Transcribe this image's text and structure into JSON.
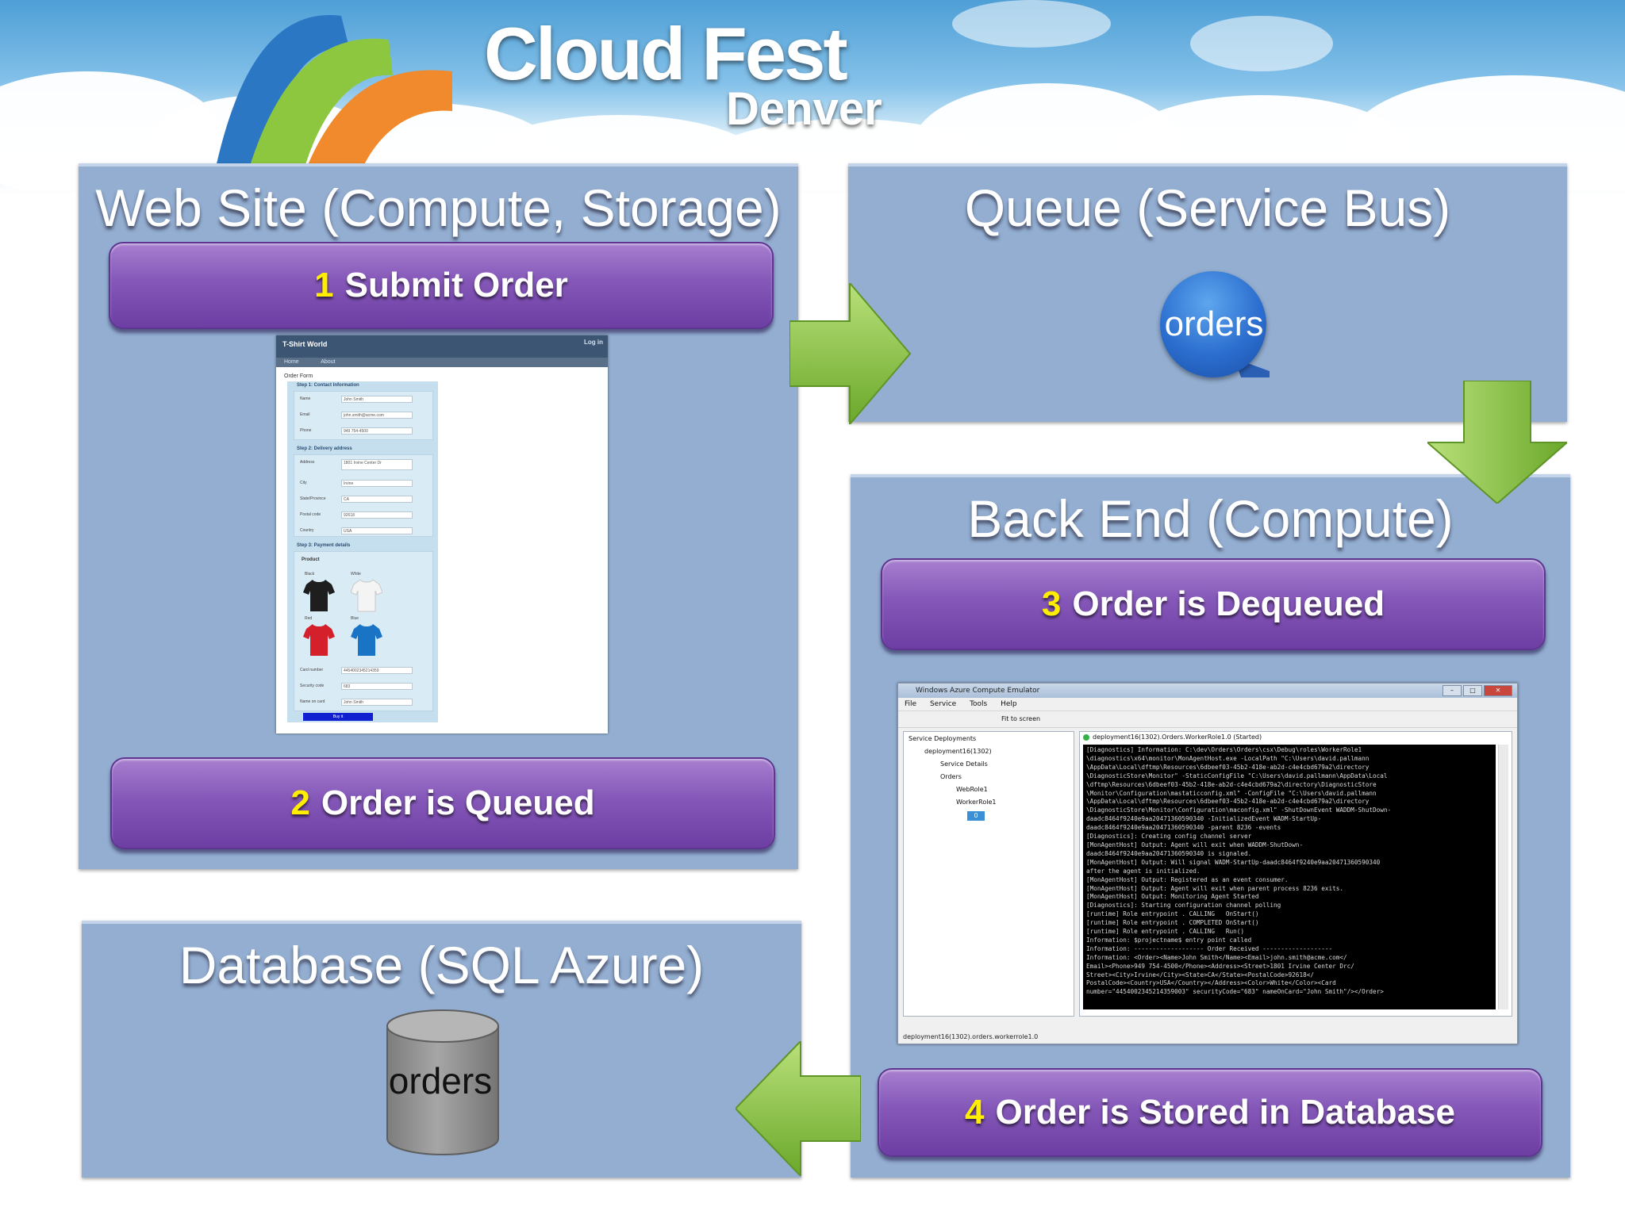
{
  "brand": {
    "title": "Cloud Fest",
    "subtitle": "Denver"
  },
  "panels": {
    "web": {
      "title": "Web Site (Compute, Storage)"
    },
    "queue": {
      "title": "Queue (Service Bus)",
      "icon_label": "orders"
    },
    "backend": {
      "title": "Back End (Compute)"
    },
    "database": {
      "title": "Database (SQL Azure)",
      "icon_label": "orders"
    }
  },
  "steps": [
    {
      "num": "1",
      "label": "Submit Order"
    },
    {
      "num": "2",
      "label": "Order is Queued"
    },
    {
      "num": "3",
      "label": "Order is Dequeued"
    },
    {
      "num": "4",
      "label": "Order is Stored in Database"
    }
  ],
  "webform": {
    "site_title": "T-Shirt World",
    "login": "Log in",
    "nav": [
      "Home",
      "About"
    ],
    "form_title": "Order Form",
    "sections": [
      "Step 1: Contact Information",
      "Step 2: Delivery address",
      "Step 3: Payment details"
    ],
    "contact_fields": [
      {
        "label": "Name",
        "value": "John Smith"
      },
      {
        "label": "Email",
        "value": "john.smith@acme.com"
      },
      {
        "label": "Phone",
        "value": "949 754-4500"
      }
    ],
    "address_fields": [
      {
        "label": "Address",
        "value": "1801 Irvine Center Dr"
      },
      {
        "label": "City",
        "value": "Irvine"
      },
      {
        "label": "State/Province",
        "value": "CA"
      },
      {
        "label": "Postal code",
        "value": "92618"
      },
      {
        "label": "Country",
        "value": "USA"
      }
    ],
    "product_label": "Product",
    "colors": [
      "Black",
      "White",
      "Red",
      "Blue"
    ],
    "payment_fields": [
      {
        "label": "Card number",
        "value": "4454002345214359"
      },
      {
        "label": "Security code",
        "value": "683"
      },
      {
        "label": "Name on card",
        "value": "John Smith"
      }
    ],
    "buy_label": "Buy it"
  },
  "emulator": {
    "window_title": "Windows Azure Compute Emulator",
    "menu": [
      "File",
      "Service",
      "Tools",
      "Help"
    ],
    "toolbar_fit": "Fit to screen",
    "tree": [
      "Service Deployments",
      "deployment16(1302)",
      "Service Details",
      "Orders",
      "WebRole1",
      "WorkerRole1",
      "0"
    ],
    "instance_header": "deployment16(1302).Orders.WorkerRole1.0 (Started)",
    "console_lines": [
      "[Diagnostics] Information: C:\\dev\\Orders\\Orders\\csx\\Debug\\roles\\WorkerRole1",
      "\\diagnostics\\x64\\monitor\\MonAgentHost.exe -LocalPath \"C:\\Users\\david.pallmann",
      "\\AppData\\Local\\dftmp\\Resources\\6dbeef03-45b2-418e-ab2d-c4e4cbd679a2\\directory",
      "\\DiagnosticStore\\Monitor\" -StaticConfigFile \"C:\\Users\\david.pallmann\\AppData\\Local",
      "\\dftmp\\Resources\\6dbeef03-45b2-418e-ab2d-c4e4cbd679a2\\directory\\DiagnosticStore",
      "\\Monitor\\Configuration\\mastaticconfig.xml\" -ConfigFile \"C:\\Users\\david.pallmann",
      "\\AppData\\Local\\dftmp\\Resources\\6dbeef03-45b2-418e-ab2d-c4e4cbd679a2\\directory",
      "\\DiagnosticStore\\Monitor\\Configuration\\maconfig.xml\" -ShutDownEvent WADDM-ShutDown-",
      "daadc8464f9240e9aa20471360590340 -InitializedEvent WADM-StartUp-",
      "daadc8464f9240e9aa20471360590340 -parent 8236 -events",
      "[Diagnostics]: Creating config channel server",
      "[MonAgentHost] Output: Agent will exit when WADDM-ShutDown-",
      "daadc8464f9240e9aa20471360590340 is signaled.",
      "[MonAgentHost] Output: Will signal WADM-StartUp-daadc8464f9240e9aa20471360590340",
      "after the agent is initialized.",
      "[MonAgentHost] Output: Registered as an event consumer.",
      "[MonAgentHost] Output: Agent will exit when parent process 8236 exits.",
      "[MonAgentHost] Output: Monitoring Agent Started",
      "[Diagnostics]: Starting configuration channel polling",
      "[runtime] Role entrypoint . CALLING   OnStart()",
      "[runtime] Role entrypoint . COMPLETED OnStart()",
      "[runtime] Role entrypoint . CALLING   Run()",
      "Information: $projectname$ entry point called",
      "Information: ------------------- Order Received -------------------",
      "Information: <Order><Name>John Smith</Name><Email>john.smith@acme.com</",
      "Email><Phone>949 754-4500</Phone><Address><Street>1801 Irvine Center Drc/",
      "Street><City>Irvine</City><State>CA</State><PostalCode>92618</",
      "PostalCode><Country>USA</Country></Address><Color>White</Color><Card",
      "number=\"4454002345214359003\" securityCode=\"683\" nameOnCard=\"John Smith\"/></Order>"
    ],
    "status": "deployment16(1302).orders.workerrole1.0"
  },
  "colors": {
    "panel": "#93aed1",
    "step_purple": "#8457b8",
    "step_number": "#ffee00",
    "arrow_green": "#8dc63f",
    "queue_blue": "#2b6ecf",
    "db_gray": "#8e8e8e"
  }
}
